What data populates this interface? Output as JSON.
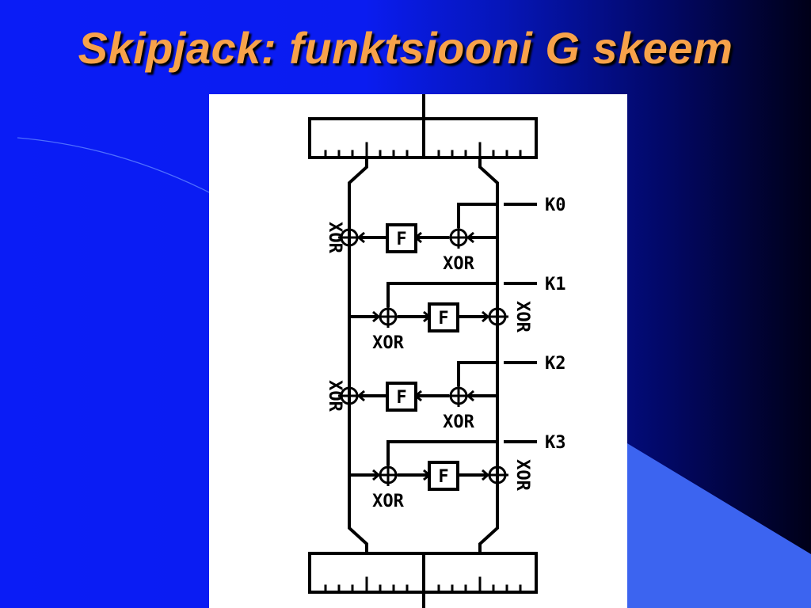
{
  "slide": {
    "title": "Skipjack: funktsiooni G skeem",
    "colors": {
      "title": "#f7a24a",
      "background": "#0a1cf6",
      "accent_shape": "#3c64f0"
    }
  },
  "diagram": {
    "round_keys": [
      "K0",
      "K1",
      "K2",
      "K3"
    ],
    "function_label": "F",
    "xor_label": "XOR"
  }
}
